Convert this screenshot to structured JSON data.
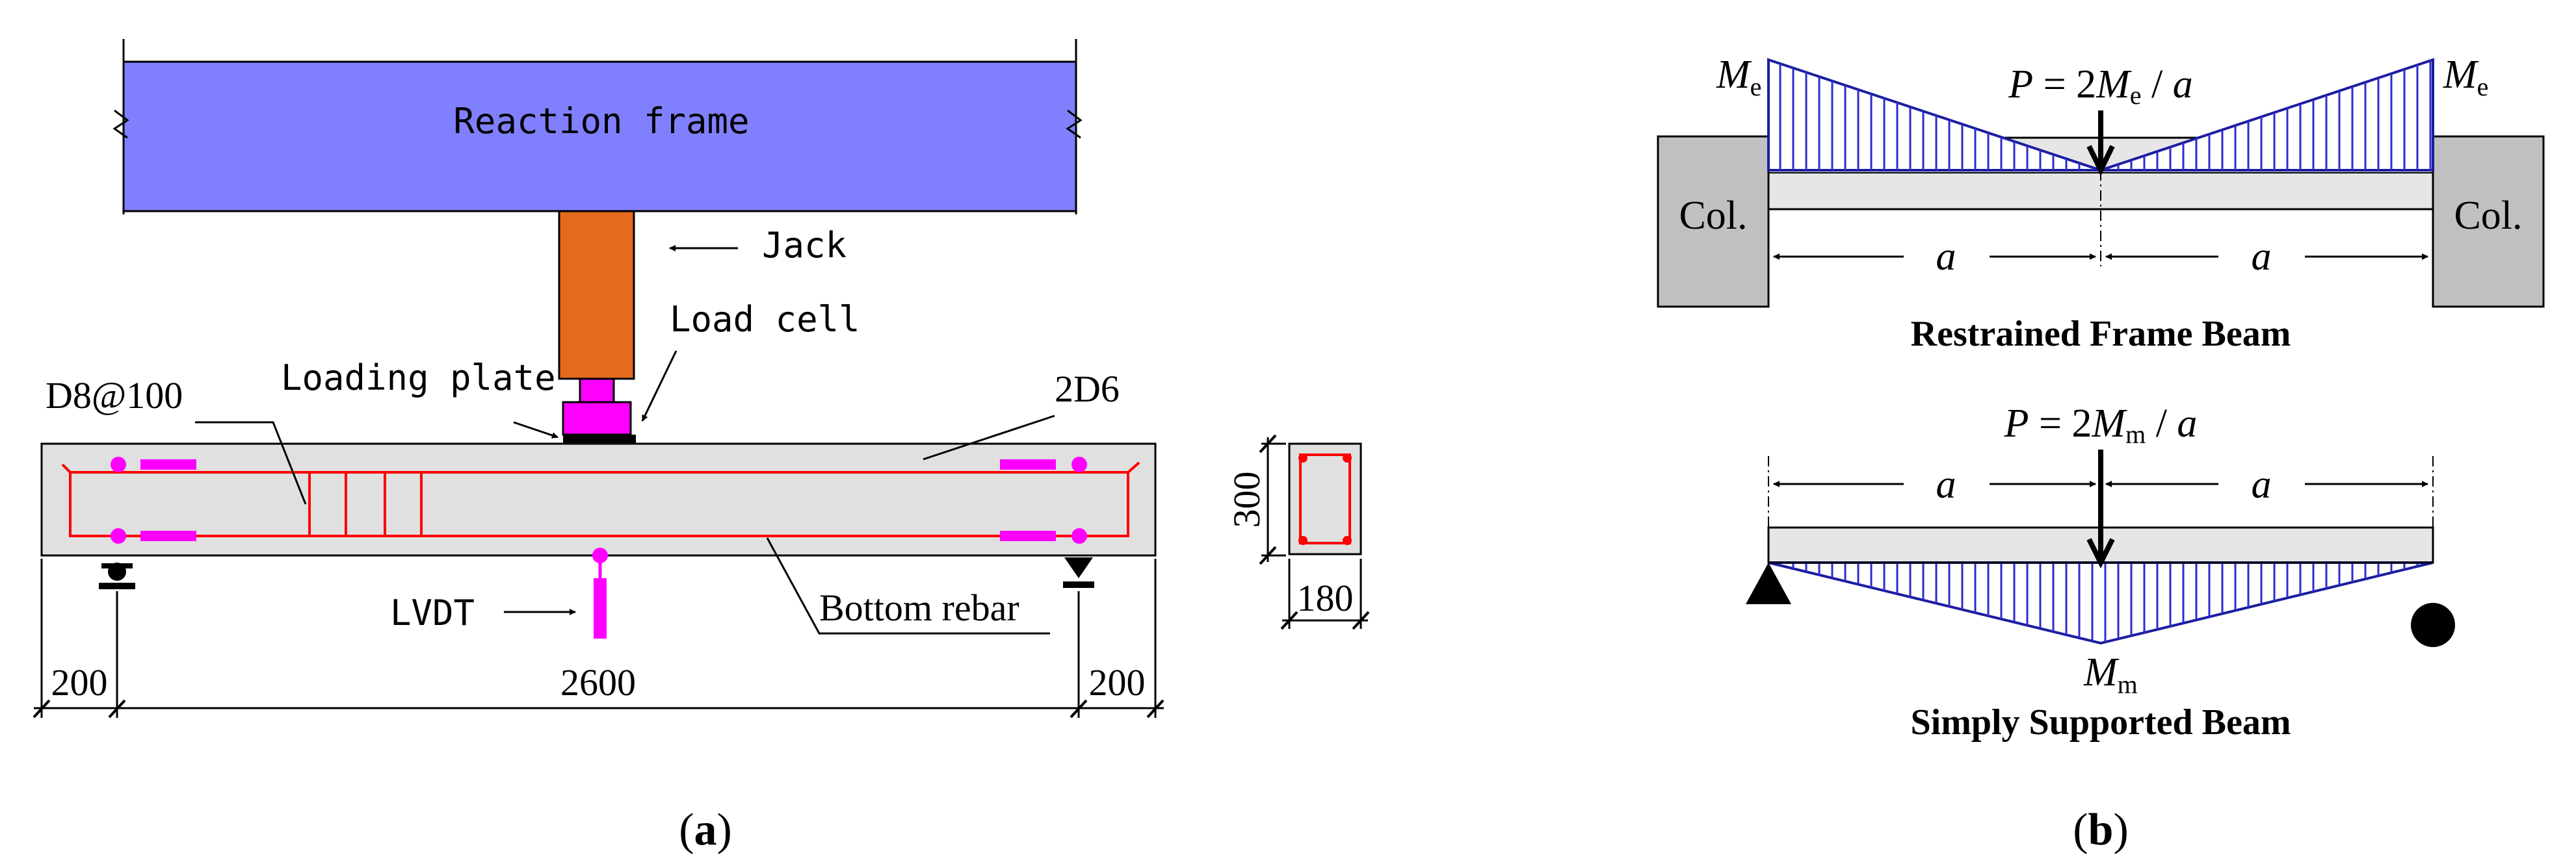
{
  "panel_a": {
    "caption_open": "(",
    "caption_letter": "a",
    "caption_close": ")",
    "reaction_frame": "Reaction frame",
    "jack": "Jack",
    "load_cell": "Load cell",
    "loading_plate": "Loading plate",
    "stirrups": "D8@100",
    "top_rebar": "2D6",
    "lvdt": "LVDT",
    "bottom_rebar": "Bottom rebar",
    "section_height": "300",
    "section_width": "180",
    "dim_left": "200",
    "dim_span": "2600",
    "dim_right": "200",
    "colors": {
      "frame": "#8080ff",
      "jack": "#e46a1e",
      "magenta": "#ff00ff",
      "rebar": "#ff0000",
      "concrete": "#e0e0e0"
    }
  },
  "panel_b": {
    "caption_open": "(",
    "caption_letter": "b",
    "caption_close": ")",
    "restrained": {
      "load_p": "P",
      "load_eq": " = 2",
      "load_m": "M",
      "load_sub": "e",
      "load_tail": " / ",
      "load_a": "a",
      "moment_left_m": "M",
      "moment_left_sub": "e",
      "moment_right_m": "M",
      "moment_right_sub": "e",
      "col_left": "Col.",
      "col_right": "Col.",
      "span_left": "a",
      "span_right": "a",
      "title": "Restrained Frame Beam"
    },
    "simple": {
      "load_p": "P",
      "load_eq": " = 2",
      "load_m": "M",
      "load_sub": "m",
      "load_tail": " / ",
      "load_a": "a",
      "span_left": "a",
      "span_right": "a",
      "moment_m": "M",
      "moment_sub": "m",
      "title": "Simply Supported Beam"
    },
    "colors": {
      "diagram_edge": "#1c1ca0",
      "hatch": "#2c2cd0",
      "column": "#c0c0c0",
      "beam": "#e6e6e6"
    }
  }
}
